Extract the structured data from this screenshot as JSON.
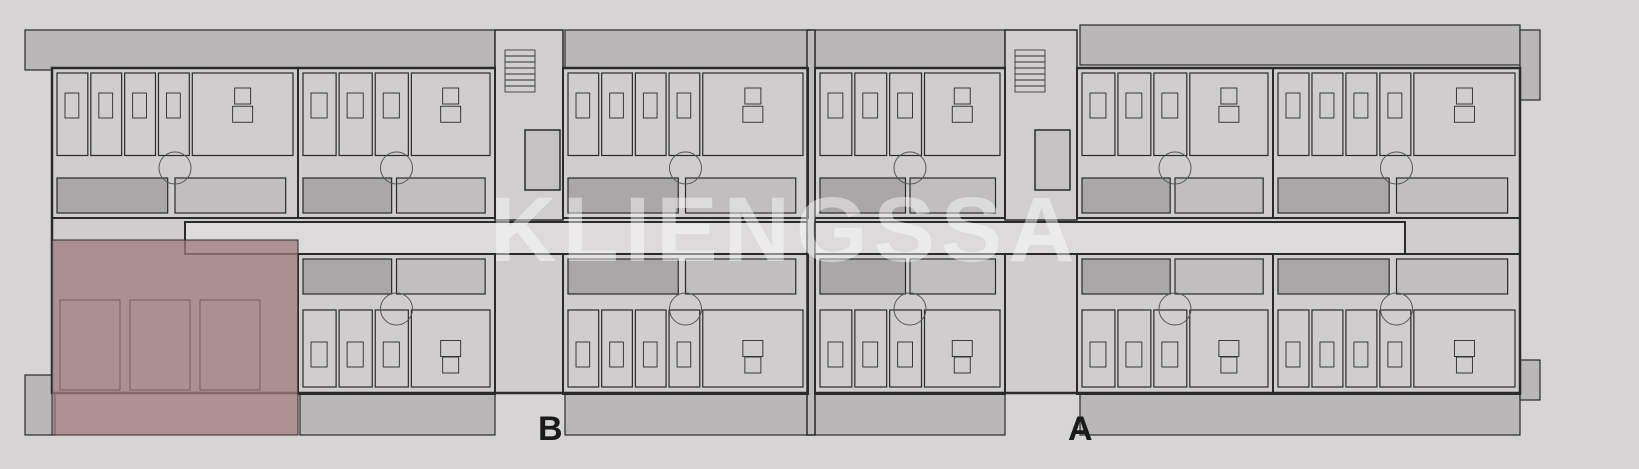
{
  "plan": {
    "block_labels": [
      "B",
      "A"
    ],
    "watermark": "KLIENGSSA",
    "highlighted_unit_color": "#a07a7c",
    "wall_color": "#2a2a2a",
    "balcony_color": "#b9b7b8",
    "wet_room_color": "#a9a7a8"
  }
}
